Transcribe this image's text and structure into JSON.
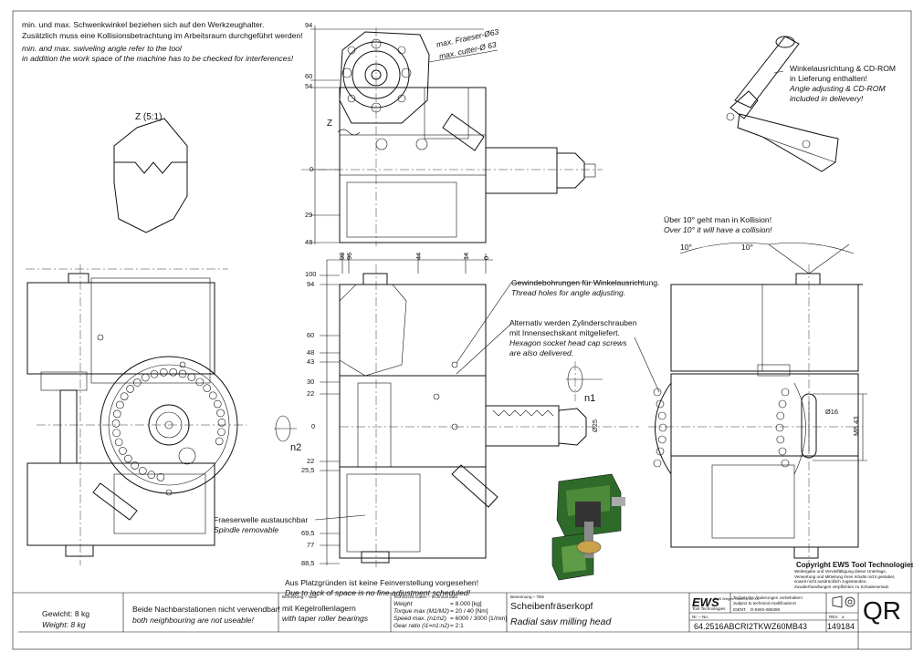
{
  "notes": {
    "top_de_1": "min. und max. Schwenkwinkel beziehen sich auf den Werkzeughalter.",
    "top_de_2": "Zusätzlich muss eine Kollisionsbetrachtung im Arbeitsraum durchgeführt werden!",
    "top_en_1": "min. and max. swiveling angle refer to the tool",
    "top_en_2": "in addition the work space of the machine has to be checked for interferences!",
    "z_detail": "Z (5:1)",
    "z_marker": "Z",
    "cutter_de": "max. Fraeser-Ø63",
    "cutter_en": "max. cutter-Ø 63",
    "angle_tool_de_1": "Winkelausrichtung & CD-ROM",
    "angle_tool_de_2": "in Lieferung enthalten!",
    "angle_tool_en_1": "Angle adjusting & CD-ROM",
    "angle_tool_en_2": "included in delievery!",
    "collision_de": "Über 10° geht man in Kollision!",
    "collision_en": "Over 10° it will have a collision!",
    "angle_left": "10°",
    "angle_right": "10°",
    "thread_de": "Gewindebohrungen für Winkelausrichtung.",
    "thread_en": "Thread holes for angle adjusting.",
    "screws_de_1": "Alternativ werden Zylinderschrauben",
    "screws_de_2": "mit Innensechskant mitgeliefert.",
    "screws_en_1": "Hexagon socket head cap screws",
    "screws_en_2": "are also delivered.",
    "spindle_de": "Fraeserwelle austauschbar",
    "spindle_en": "Spindle removable",
    "n1": "n1",
    "n2": "n2",
    "d25": "Ø25",
    "d16": "Ø16",
    "mb43": "MB 43",
    "no_adjust_de": "Aus Platzgründen ist keine Feinverstellung vorgesehen!",
    "no_adjust_en": "Due to lack of space is no fine adjustment scheduled!",
    "neighbour_de": "Beide Nachbarstationen nicht verwendbar!",
    "neighbour_en": "both neighbouring are not useable!",
    "weight_de": "Gewicht: 8 kg",
    "weight_en": "Weight: 8 kg",
    "bearing_de": "mit Kegelrollenlagern",
    "bearing_en": "with taper roller bearings",
    "copyright": "Copyright EWS Tool Technologies",
    "copyright_fine": "Weitergabe und Vervielfältigung dieser Unterlage, Verwertung und Mitteilung ihres Inhalts nicht gestattet, soweit nicht ausdrücklich zugestanden. Zuwiderhandlungen verpflichten zu Schadenersatz."
  },
  "dims_top": {
    "d94": "94",
    "d60": "60",
    "d54": "54",
    "d0": "0",
    "d29": "29",
    "d48": "48"
  },
  "dims_front": {
    "d100": "100",
    "d94": "94",
    "d60": "60",
    "d48": "48",
    "d43": "43",
    "d30": "30",
    "d22a": "22",
    "d0": "0",
    "d22b": "22",
    "d255": "25,5",
    "d695": "69,5",
    "d77": "77",
    "d885": "88,5"
  },
  "dims_horiz": {
    "h98": "98",
    "h96": "96",
    "h44": "44",
    "h14": "14",
    "h0": "0"
  },
  "title_block": {
    "remark_label": "Bemerkung – Note",
    "tech_label": "Technische Daten – technical data",
    "title_label": "Benennung – Title",
    "weight_label": "Weight",
    "weight_value": "= 8.000 [kg]",
    "torque_label": "Torque max (M1/M2)",
    "torque_value": "= 20 / 40 [Nm]",
    "speed_label": "Speed max. (n1/n2)",
    "speed_value": "= 6000 / 3000 [1/min]",
    "gear_label": "Gear ratio (i1=n1:n2)",
    "gear_value": "= 2:1",
    "title_de": "Scheibenfräserkopf",
    "title_en": "Radial saw milling head",
    "logo": "EWS",
    "logo_sub": "Tool Technologies",
    "company_fine": "EWS Weigele GmbH & Co. KG",
    "change_de": "Technische Änderungen vorbehalten!",
    "change_en": "Subject to technical modifications!",
    "ident_label": "IDENT.",
    "ident_value": "D-EWS-085390",
    "rev_label": "REV.",
    "rev_value": "a",
    "nr_label": "Nr. – No.",
    "part_no": "64.2516ABCRI2TKWZ60MB43",
    "drawing_no": "149184",
    "qr": "QR"
  }
}
